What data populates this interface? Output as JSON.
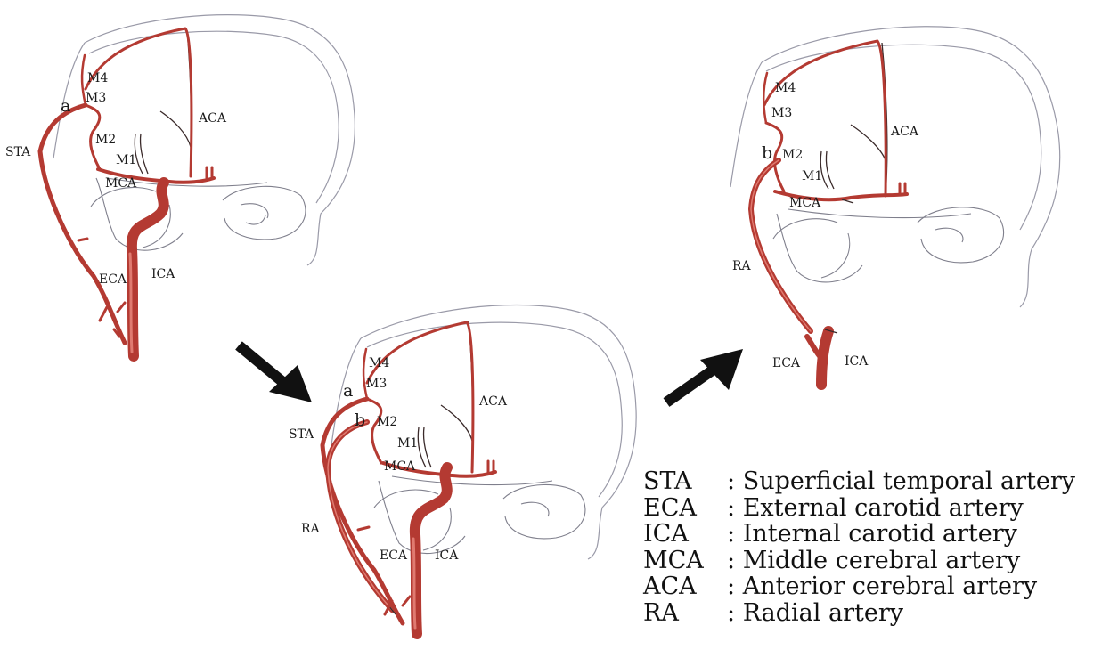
{
  "panels": [
    {
      "id": "before",
      "labels": {
        "m4": "M4",
        "m3": "M3",
        "m2": "M2",
        "m1": "M1",
        "mca": "MCA",
        "aca": "ACA",
        "sta": "STA",
        "eca": "ECA",
        "ica": "ICA",
        "site_a": "a"
      }
    },
    {
      "id": "intermediate",
      "labels": {
        "m4": "M4",
        "m3": "M3",
        "m2": "M2",
        "m1": "M1",
        "mca": "MCA",
        "aca": "ACA",
        "sta": "STA",
        "eca": "ECA",
        "ica": "ICA",
        "ra": "RA",
        "site_a": "a",
        "site_b": "b"
      }
    },
    {
      "id": "after",
      "labels": {
        "m4": "M4",
        "m3": "M3",
        "m2": "M2",
        "m1": "M1",
        "mca": "MCA",
        "aca": "ACA",
        "eca": "ECA",
        "ica": "ICA",
        "ra": "RA",
        "site_b": "b"
      }
    }
  ],
  "arrows": [
    "arrow-right-down",
    "arrow-right-up"
  ],
  "legend": [
    {
      "abbr": "STA",
      "sep": ":",
      "text": "Superficial temporal artery"
    },
    {
      "abbr": "ECA",
      "sep": ":",
      "text": "External carotid artery"
    },
    {
      "abbr": "ICA",
      "sep": ":",
      "text": "Internal carotid artery"
    },
    {
      "abbr": "MCA",
      "sep": ":",
      "text": "Middle cerebral artery"
    },
    {
      "abbr": "ACA",
      "sep": ":",
      "text": "Anterior cerebral artery"
    },
    {
      "abbr": "RA",
      "sep": ":",
      "text": "Radial artery"
    }
  ],
  "colors": {
    "artery": "#b43a32",
    "outline": "#9a9aa8",
    "arrow": "#111111"
  }
}
